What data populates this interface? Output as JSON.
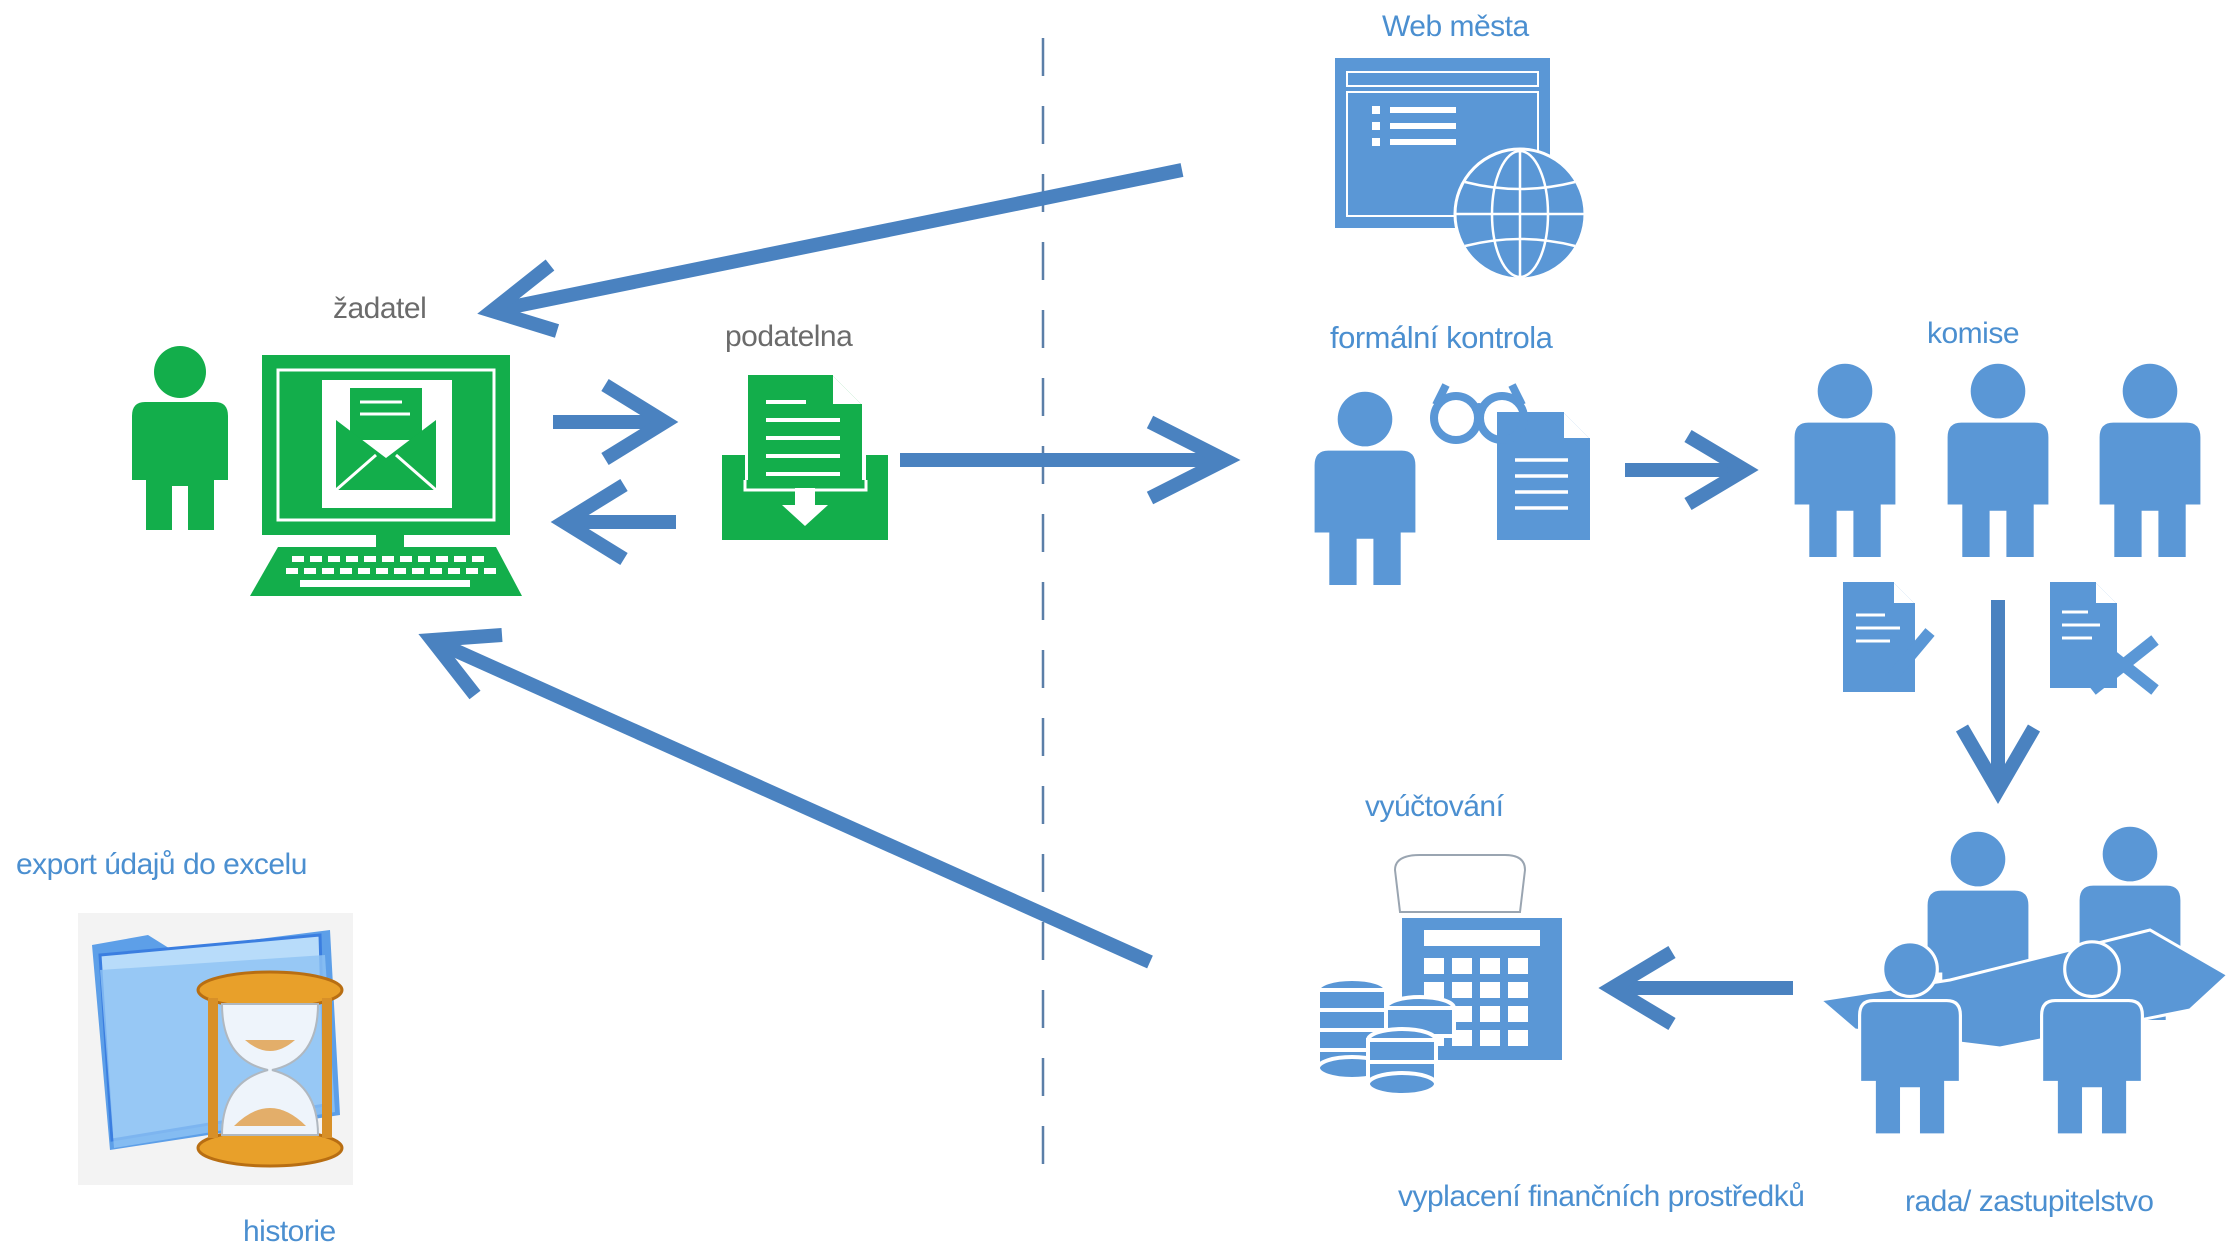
{
  "labels": {
    "web": "Web města",
    "zadatel": "žadatel",
    "podatelna": "podatelna",
    "formalni": "formální kontrola",
    "komise": "komise",
    "vyuctovani": "vyúčtování",
    "export": "export údajů do excelu",
    "historie": "historie",
    "vyplaceni": "vyplacení finančních prostředků",
    "rada": "rada/ zastupitelstvo"
  },
  "colors": {
    "green": "#13ae4b",
    "blue": "#5a97d6",
    "arrow": "#4a82c0",
    "label_blue": "#4b8fd0",
    "label_gray": "#6b6b6b",
    "divider": "#5b7fa8"
  },
  "icons": [
    "person-icon",
    "computer-email-icon",
    "inbox-document-icon",
    "web-globe-icon",
    "glasses-document-icon",
    "approved-document-icon",
    "rejected-document-icon",
    "meeting-icon",
    "calculator-coins-icon",
    "folder-hourglass-icon"
  ]
}
